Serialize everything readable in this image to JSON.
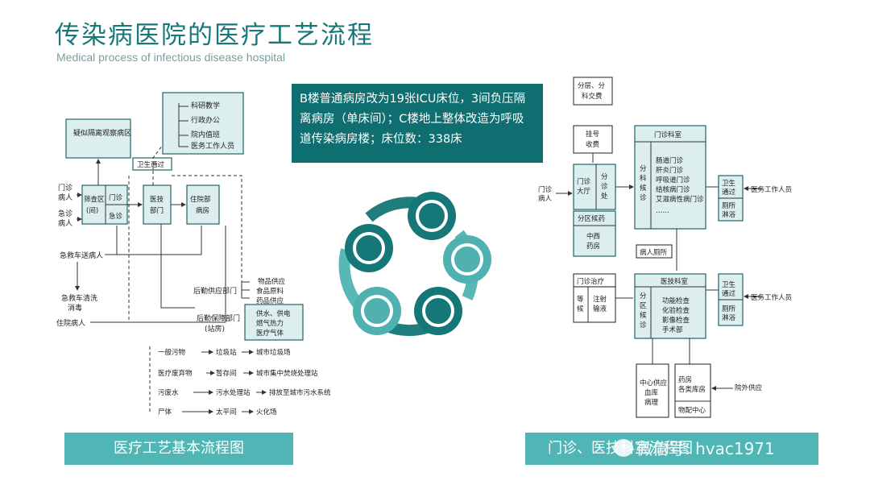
{
  "header": {
    "title": "传染病医院的医疗工艺流程",
    "subtitle": "Medical process of infectious disease hospital"
  },
  "note": {
    "text": "B楼普通病房改为19张ICU床位，3间负压隔离病房（单床间）；C楼地上整体改造为呼吸道传染病房楼；床位数：338床"
  },
  "captions": {
    "left": "医疗工艺基本流程图",
    "right": "门诊、医技科室流程图",
    "watermark": "微信号: hvac1971"
  },
  "left_diagram": {
    "yizhen": "疑似隔离观察病区",
    "admin": [
      "科研教学",
      "行政办公",
      "院内值班",
      "医务工作人员"
    ],
    "weisheng": "卫生通过",
    "shaizha": "筛查区(间)",
    "menzhen": "门诊",
    "jizhen": "急诊",
    "yiji": "医技部门",
    "zhuyuan": "住院部病房",
    "mz_patient": "门诊病人",
    "jz_patient": "急诊病人",
    "ambulance": "急救车送病人",
    "ambulance_clean": "急救车清洗消毒",
    "inpatient": "住院病人",
    "houqin_supply": "后勤供应部门",
    "supply_items": [
      "物品供应",
      "食品原料",
      "药品供应"
    ],
    "houqin_guarantee": "后勤保障部门(站房)",
    "guarantee_items": [
      "供水、供电",
      "燃气热力",
      "医疗气体"
    ],
    "waste": [
      {
        "a": "一般污物",
        "b": "垃圾站",
        "c": "城市垃圾场"
      },
      {
        "a": "医疗废弃物",
        "b": "暂存间",
        "c": "城市集中焚烧处理站"
      },
      {
        "a": "污废水",
        "b": "污水处理站",
        "c": "排放至城市污水系统"
      },
      {
        "a": "尸体",
        "b": "太平间",
        "c": "火化场"
      }
    ]
  },
  "right_diagram": {
    "fenceng": "分层、分科交费",
    "guahao": "挂号收费",
    "mz_patient": "门诊病人",
    "mz_dating": "门诊大厅",
    "fenzhen": "分诊处",
    "fenqu_houyao": "分区候药",
    "zhongxi_yaofang": "中西药房",
    "mz_keshi": "门诊科室",
    "fenke_houzhen": "分科候诊",
    "depts": [
      "肠道门诊",
      "肝炎门诊",
      "呼吸道门诊",
      "结核病门诊",
      "艾滋病性病门诊",
      "……"
    ],
    "weisheng": "卫生通过",
    "cesuo": "厕所淋浴",
    "staff": "医务工作人员",
    "bingren_cesuo": "病人厕所",
    "mz_zhiliao": "门诊治疗",
    "denghou": "等候",
    "zhushe": "注射输液",
    "yiji_keshi": "医技科室",
    "fenqu_houzhen": "分区候诊",
    "exams": [
      "功能检查",
      "化验检查",
      "影像检查",
      "手术部"
    ],
    "zhongxin": "中心供应血库病理",
    "yaofang_kufang": "药房各类库房",
    "yuanwai": "院外供应",
    "wupei": "物配中心"
  }
}
